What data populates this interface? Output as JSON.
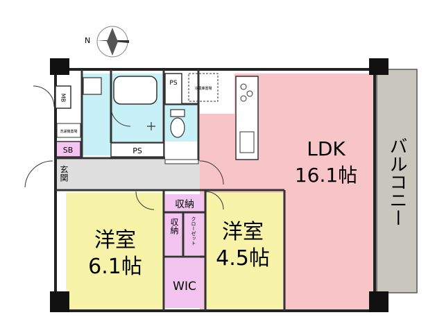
{
  "compass": {
    "north_label": "N"
  },
  "rooms": {
    "ldk": {
      "name": "LDK",
      "size": "16.1帖",
      "color": "#f7c4c8"
    },
    "western_room_1": {
      "name": "洋室",
      "size": "6.1帖",
      "color": "#f7f3a8"
    },
    "western_room_2": {
      "name": "洋室",
      "size": "4.5帖",
      "color": "#f7f3a8"
    },
    "balcony": {
      "label": "バルコニー",
      "color": "#c8c6bd"
    },
    "wic": {
      "label": "WIC",
      "color": "#f2c4ef"
    },
    "storage_top": {
      "label": "収納"
    },
    "storage_mid": {
      "label": "収納"
    },
    "closet": {
      "label": "クローゼット"
    },
    "entrance": {
      "label": "玄関"
    },
    "hall": {
      "color": "#dedede"
    },
    "bath_color": "#c8f1f7"
  },
  "fixtures": {
    "ps_1": "PS",
    "ps_2": "PS",
    "sb": "SB",
    "mb": "MB",
    "fridge": "冷蔵庫置場",
    "washer": "洗濯機置場"
  }
}
